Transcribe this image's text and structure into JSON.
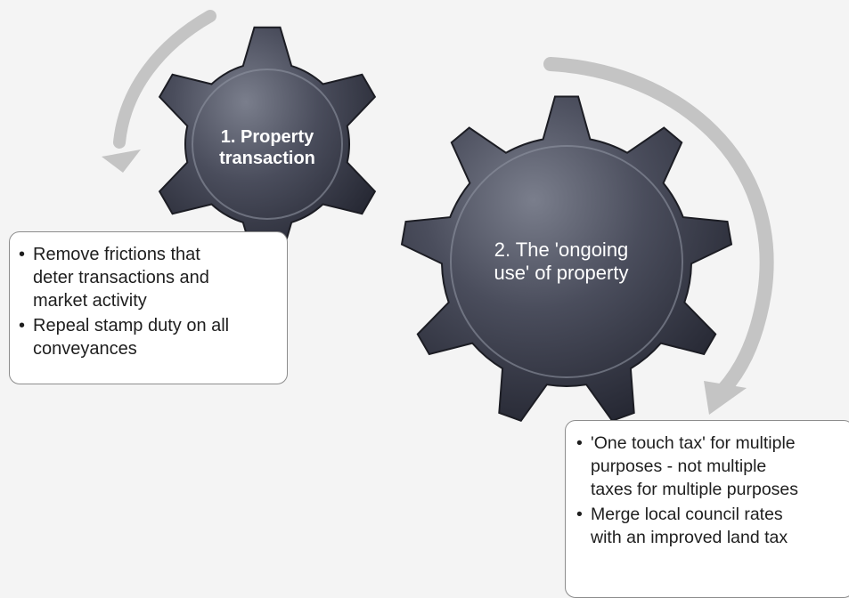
{
  "gear1": {
    "label_lines": [
      "1. Property",
      "transaction"
    ]
  },
  "gear2": {
    "label_lines": [
      "2. The 'ongoing",
      "use' of property"
    ]
  },
  "box1": {
    "items": [
      {
        "lines": [
          "Remove frictions that",
          "deter transactions and",
          "market activity"
        ]
      },
      {
        "lines": [
          "Repeal stamp duty on all",
          "conveyances"
        ]
      }
    ]
  },
  "box2": {
    "items": [
      {
        "lines": [
          "'One touch tax' for multiple",
          "purposes - not multiple",
          "taxes for multiple purposes"
        ]
      },
      {
        "lines": [
          "Merge local council rates",
          "with an improved land tax"
        ]
      }
    ]
  },
  "bullet_char": "•",
  "colors": {
    "gear_light": "#7a7e8c",
    "gear_mid": "#4a4d5c",
    "gear_dark": "#232530",
    "arrow": "#c4c4c4",
    "box_border": "#8c8c8c",
    "text": "#1e1e1e"
  }
}
